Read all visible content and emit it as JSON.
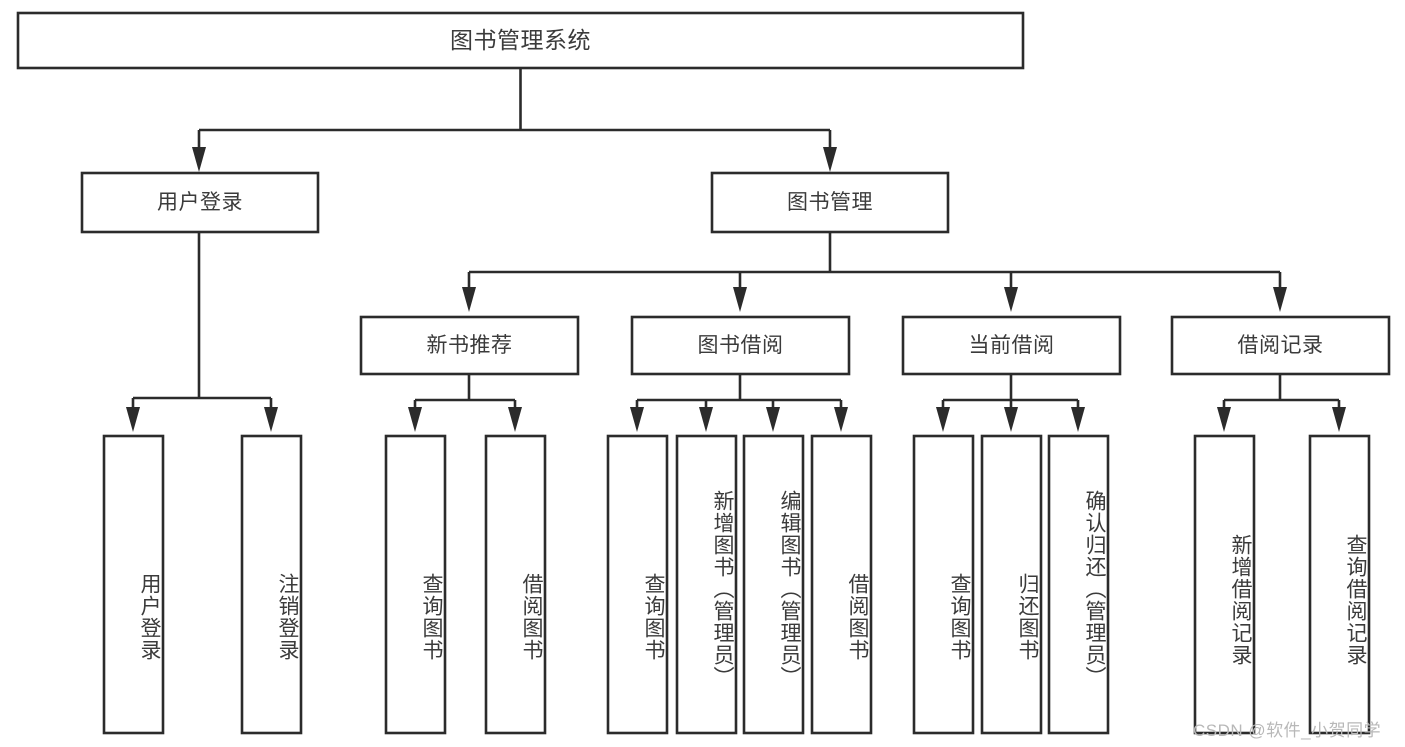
{
  "diagram": {
    "type": "tree-hierarchy",
    "orientation": "top-down",
    "root": {
      "id": "system",
      "label": "图书管理系统"
    },
    "level1": [
      {
        "id": "user-login",
        "label": "用户登录"
      },
      {
        "id": "book-manage",
        "label": "图书管理"
      }
    ],
    "level2": [
      {
        "id": "new-book-recommend",
        "label": "新书推荐",
        "parent": "book-manage"
      },
      {
        "id": "book-borrow",
        "label": "图书借阅",
        "parent": "book-manage"
      },
      {
        "id": "current-borrow",
        "label": "当前借阅",
        "parent": "book-manage"
      },
      {
        "id": "borrow-record",
        "label": "借阅记录",
        "parent": "book-manage"
      }
    ],
    "leaves": [
      {
        "id": "leaf-user-login",
        "label": "用户登录",
        "parent": "user-login"
      },
      {
        "id": "leaf-logout",
        "label": "注销登录",
        "parent": "user-login"
      },
      {
        "id": "leaf-query-book-1",
        "label": "查询图书",
        "parent": "new-book-recommend"
      },
      {
        "id": "leaf-borrow-book-1",
        "label": "借阅图书",
        "parent": "new-book-recommend"
      },
      {
        "id": "leaf-query-book-2",
        "label": "查询图书",
        "parent": "book-borrow"
      },
      {
        "id": "leaf-add-book",
        "label": "新增图书（管理员）",
        "parent": "book-borrow"
      },
      {
        "id": "leaf-edit-book",
        "label": "编辑图书（管理员）",
        "parent": "book-borrow"
      },
      {
        "id": "leaf-borrow-book-2",
        "label": "借阅图书",
        "parent": "book-borrow"
      },
      {
        "id": "leaf-query-book-3",
        "label": "查询图书",
        "parent": "current-borrow"
      },
      {
        "id": "leaf-return-book",
        "label": "归还图书",
        "parent": "current-borrow"
      },
      {
        "id": "leaf-confirm-return",
        "label": "确认归还（管理员）",
        "parent": "current-borrow"
      },
      {
        "id": "leaf-add-record",
        "label": "新增借阅记录",
        "parent": "borrow-record"
      },
      {
        "id": "leaf-query-record",
        "label": "查询借阅记录",
        "parent": "borrow-record"
      }
    ],
    "colors": {
      "stroke": "#2b2b2b",
      "fill": "#ffffff",
      "text": "#3b3b3b",
      "watermark": "#b8b8b8"
    }
  },
  "watermark": {
    "text": "CSDN @软件_小贺同学"
  }
}
